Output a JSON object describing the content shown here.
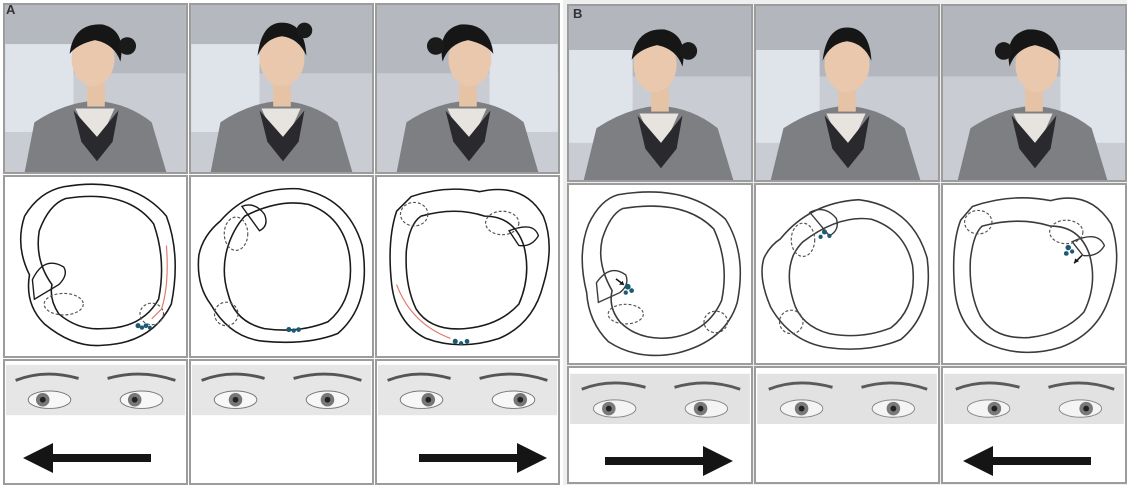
{
  "panels": [
    {
      "label": "A"
    },
    {
      "label": "B"
    }
  ],
  "colors": {
    "outline": "#1a1a1a",
    "dashed": "#555555",
    "red_path": "#e07a6a",
    "debris": "#1b5a74",
    "arrow": "#151515",
    "grid_border": "#9c9c9c"
  },
  "rows": [
    "head-position-photo",
    "semicircular-canal-schematic",
    "eye-movement-sketch"
  ],
  "arrows": {
    "panel_a": [
      "left",
      "none",
      "right"
    ],
    "panel_b": [
      "right",
      "none",
      "left"
    ]
  }
}
